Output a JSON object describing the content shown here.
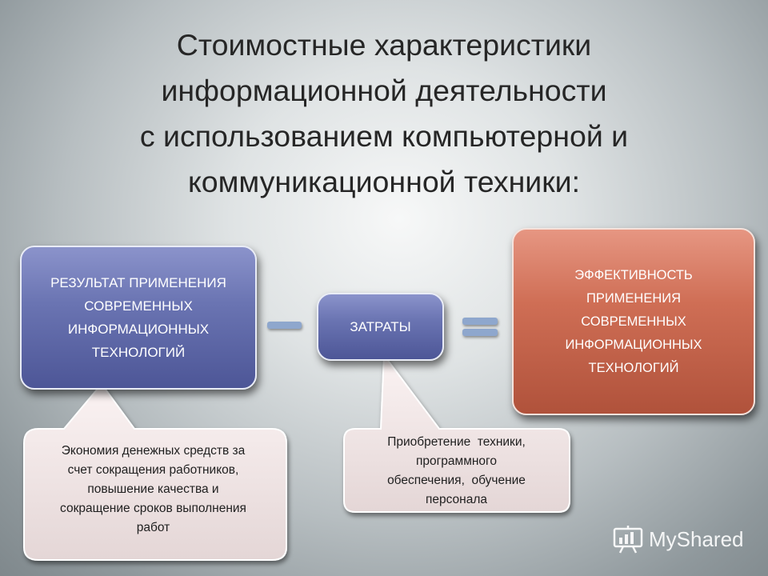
{
  "title": {
    "line1": "Стоимостные характеристики",
    "line2": "информационной деятельности",
    "line3": "с использованием компьютерной и",
    "line4": "коммуникационной техники:"
  },
  "boxes": {
    "result": {
      "line1": "РЕЗУЛЬТАТ ПРИМЕНЕНИЯ",
      "line2": "СОВРЕМЕННЫХ",
      "line3": "ИНФОРМАЦИОННЫХ",
      "line4": "ТЕХНОЛОГИЙ",
      "color": "#6a74b2"
    },
    "costs": {
      "label": "ЗАТРАТЫ",
      "color": "#6a74b2"
    },
    "efficiency": {
      "line1": "ЭФФЕКТИВНОСТЬ",
      "line2": "ПРИМЕНЕНИЯ",
      "line3": "СОВРЕМЕННЫХ",
      "line4": "ИНФОРМАЦИОННЫХ",
      "line5": "ТЕХНОЛОГИЙ",
      "color": "#cf6e55"
    }
  },
  "operators": {
    "minus_color": "#8ea7cd",
    "equals_color": "#8ea7cd"
  },
  "callouts": {
    "result": {
      "line1": "Экономия денежных средств за",
      "line2": "счет сокращения работников,",
      "line3": "повышение качества и",
      "line4": "сокращение сроков выполнения",
      "line5": "работ"
    },
    "costs": {
      "line1": "Приобретение  техники,",
      "line2": "программного",
      "line3": "обеспечения,  обучение",
      "line4": "персонала"
    }
  },
  "watermark": {
    "text": "MyShared",
    "icon": "presentation-board-icon"
  }
}
